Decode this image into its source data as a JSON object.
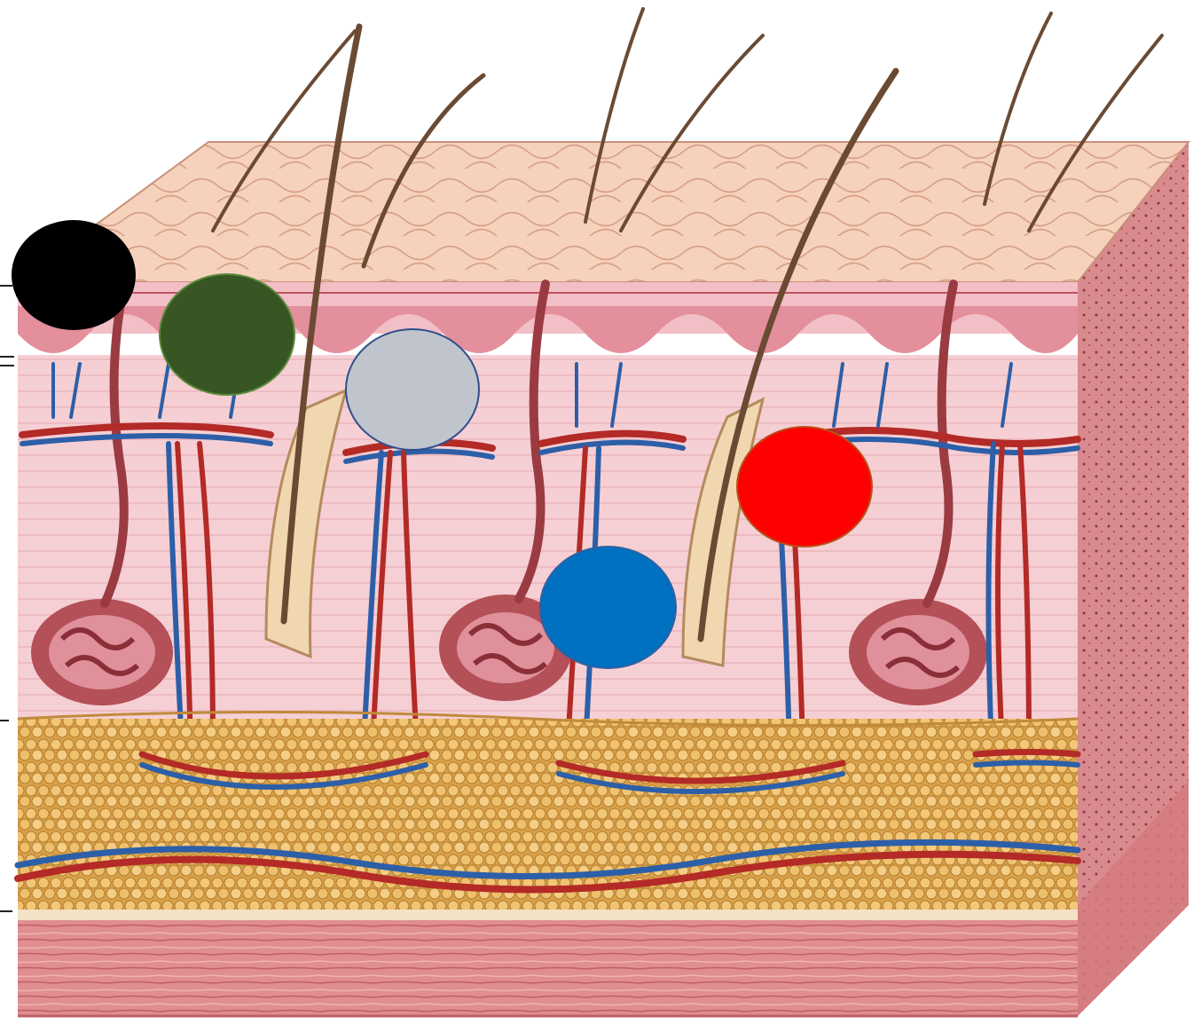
{
  "diagram": {
    "subject": "skin-cross-section",
    "layers": [
      "epidermis",
      "dermis",
      "subcutaneous-fat",
      "muscle"
    ]
  },
  "markers": [
    {
      "id": "black",
      "color": "#000000"
    },
    {
      "id": "dark-green",
      "color": "#375623"
    },
    {
      "id": "grey",
      "color": "#c0c4cc"
    },
    {
      "id": "red",
      "color": "#ff0000"
    },
    {
      "id": "blue",
      "color": "#0070c0"
    }
  ],
  "colors": {
    "epidermis": "#f5cdb5",
    "epidermis_lines": "#d79a82",
    "dermis": "#f4cdd2",
    "papillary": "#e79aa5",
    "fat": "#e7b860",
    "fat_cell": "#f2c77a",
    "muscle": "#e48c90",
    "artery": "#b32a26",
    "vein": "#2c5fa8",
    "hair": "#6b4a33",
    "gland": "#a8484c"
  }
}
